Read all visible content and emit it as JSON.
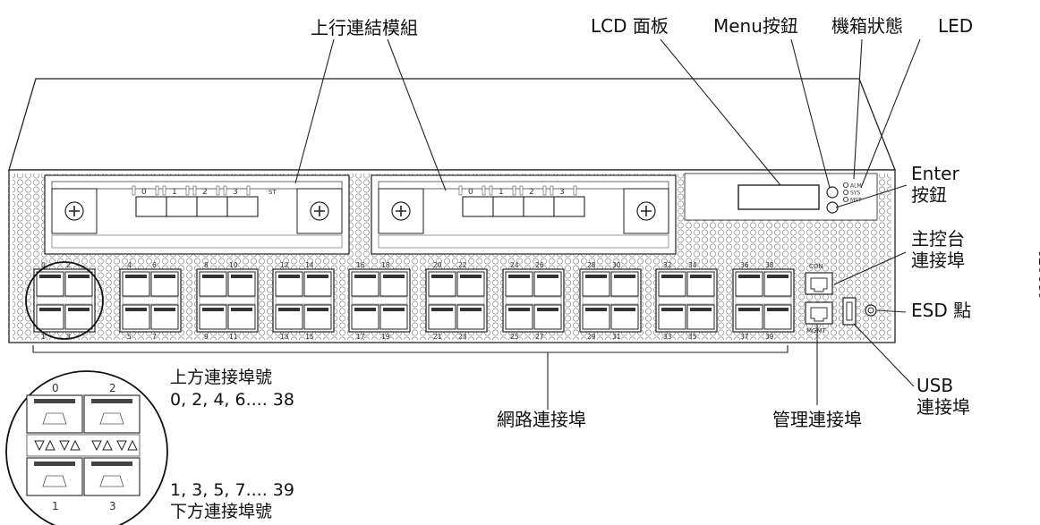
{
  "labels": {
    "uplink_module": "上行連結模組",
    "lcd_panel": "LCD 面板",
    "menu_button": "Menu按鈕",
    "chassis_status": "機箱狀態",
    "led": "LED",
    "enter_button_line1": "Enter",
    "enter_button_line2": "按鈕",
    "console_port_line1": "主控台",
    "console_port_line2": "連接埠",
    "esd_point": "ESD 點",
    "usb_port_line1": "USB",
    "usb_port_line2": "連接埠",
    "management_port": "管理連接埠",
    "network_ports": "網路連接埠",
    "top_ports_title": "上方連接埠號",
    "top_ports_numbers": "0, 2, 4, 6.... 38",
    "bottom_ports_numbers": "1, 3, 5, 7.... 39",
    "bottom_ports_title": "下方連接埠號",
    "figure_id": "g021071"
  },
  "device": {
    "uplink_slot_numbers": [
      "0",
      "1",
      "2",
      "3"
    ],
    "uplink_status_label": "ST",
    "status_leds": [
      "ALM",
      "SYS",
      "MST"
    ],
    "console_label": "CON",
    "mgmt_label": "MGMT",
    "port_groups": [
      {
        "top": [
          "0",
          "2"
        ],
        "bottom": [
          "1",
          "3"
        ]
      },
      {
        "top": [
          "4",
          "6"
        ],
        "bottom": [
          "5",
          "7"
        ]
      },
      {
        "top": [
          "8",
          "10"
        ],
        "bottom": [
          "9",
          "11"
        ]
      },
      {
        "top": [
          "12",
          "14"
        ],
        "bottom": [
          "13",
          "15"
        ]
      },
      {
        "top": [
          "16",
          "18"
        ],
        "bottom": [
          "17",
          "19"
        ]
      },
      {
        "top": [
          "20",
          "22"
        ],
        "bottom": [
          "21",
          "23"
        ]
      },
      {
        "top": [
          "24",
          "26"
        ],
        "bottom": [
          "25",
          "27"
        ]
      },
      {
        "top": [
          "28",
          "30"
        ],
        "bottom": [
          "29",
          "31"
        ]
      },
      {
        "top": [
          "32",
          "34"
        ],
        "bottom": [
          "33",
          "35"
        ]
      },
      {
        "top": [
          "36",
          "38"
        ],
        "bottom": [
          "37",
          "39"
        ]
      }
    ],
    "zoom_top": [
      "0",
      "2"
    ],
    "zoom_bottom": [
      "1",
      "3"
    ]
  }
}
